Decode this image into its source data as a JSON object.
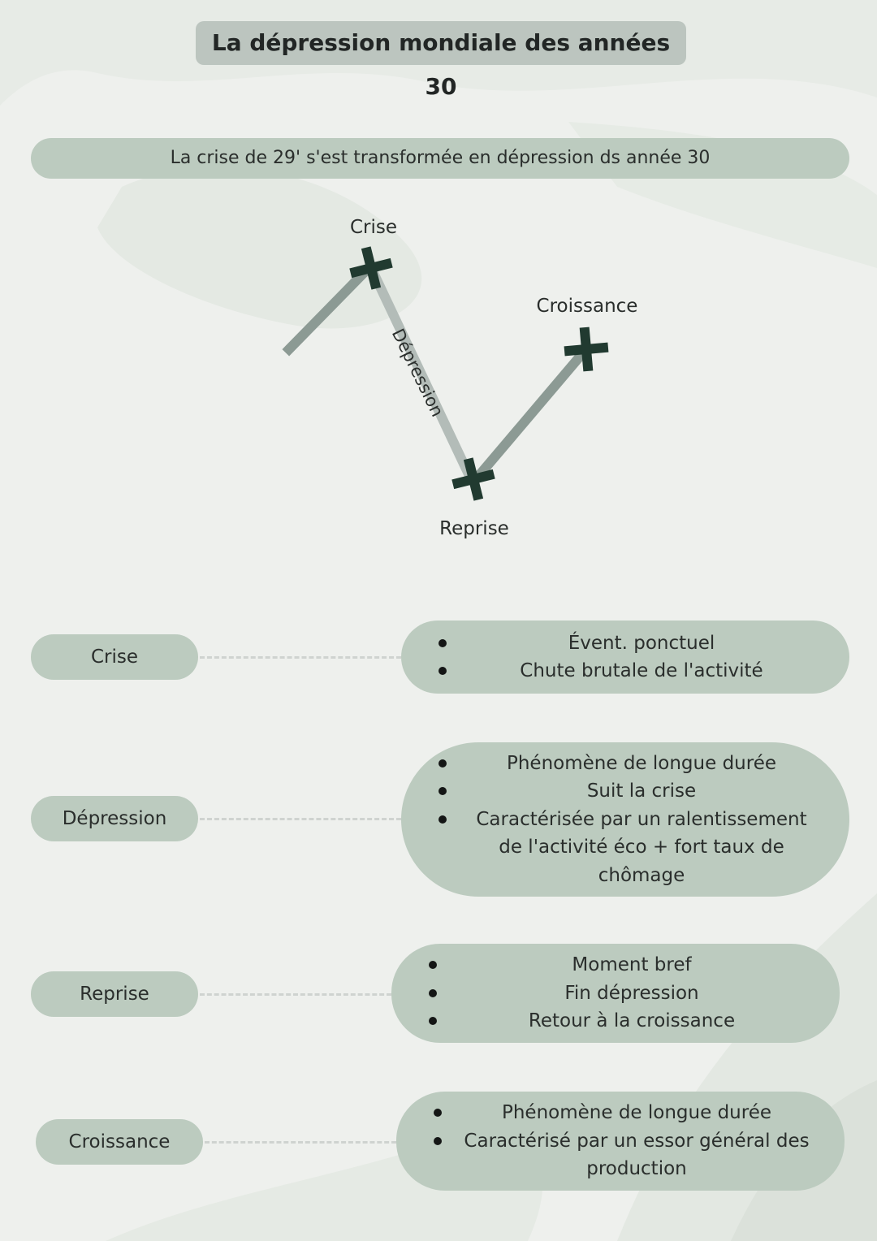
{
  "title": "La dépression mondiale des années 30",
  "subtitle": "La crise de 29' s'est transformée en dépression ds année 30",
  "diagram": {
    "points": [
      {
        "id": "crise",
        "label": "Crise"
      },
      {
        "id": "reprise",
        "label": "Reprise"
      },
      {
        "id": "croissance",
        "label": "Croissance"
      }
    ],
    "segment_label": "Dépression"
  },
  "rows": [
    {
      "label": "Crise",
      "items": [
        "Évent. ponctuel",
        "Chute brutale de l'activité"
      ]
    },
    {
      "label": "Dépression",
      "items": [
        "Phénomène de longue durée",
        "Suit la crise",
        "Caractérisée par un ralentissement de l'activité éco + fort taux de chômage"
      ]
    },
    {
      "label": "Reprise",
      "items": [
        "Moment bref",
        "Fin dépression",
        "Retour à la croissance"
      ]
    },
    {
      "label": "Croissance",
      "items": [
        "Phénomène de longue durée",
        "Caractérisé par un essor général des production"
      ]
    }
  ],
  "colors": {
    "background": "#eef0ed",
    "pill": "#bccbbf",
    "title_bg": "#bcc5bf",
    "marker": "#213a30",
    "line_dark": "#8c9a94",
    "line_light": "#b3bcb8"
  }
}
